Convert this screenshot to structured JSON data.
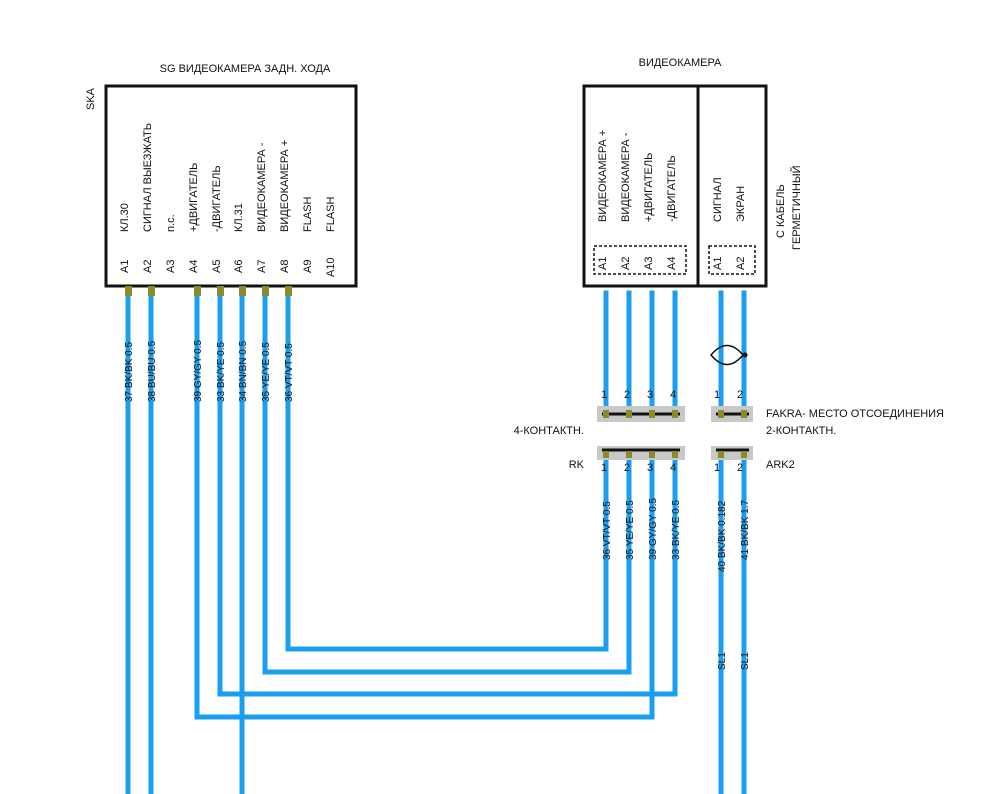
{
  "diagram": {
    "left_unit": {
      "title": "SG ВИДЕОКАМЕРА ЗАДН. ХОДА",
      "side_label": "SKA",
      "pins": [
        {
          "id": "A1",
          "signal": "КЛ.30"
        },
        {
          "id": "A2",
          "signal": "СИГНАЛ ВЫЕЗЖАТЬ"
        },
        {
          "id": "A3",
          "signal": "n.c."
        },
        {
          "id": "A4",
          "signal": "+ДВИГАТЕЛЬ"
        },
        {
          "id": "A5",
          "signal": "-ДВИГАТЕЛЬ"
        },
        {
          "id": "A6",
          "signal": "КЛ.31"
        },
        {
          "id": "A7",
          "signal": "ВИДЕОКАМЕРА -"
        },
        {
          "id": "A8",
          "signal": "ВИДЕОКАМЕРА +"
        },
        {
          "id": "A9",
          "signal": "FLASH"
        },
        {
          "id": "A10",
          "signal": "FLASH"
        }
      ],
      "wires": [
        "37 BK/BK 0.5",
        "38 BU/BU 0.5",
        "39 GY/GY 0.5",
        "33 BK/YE 0.5",
        "34 BN/BN 0.5",
        "35 YE/YE 0.5",
        "36 VT/VT 0.5"
      ]
    },
    "right_unit": {
      "title": "ВИДЕОКАМЕРА",
      "section1_pins": [
        {
          "id": "A1",
          "signal": "ВИДЕОКАМЕРА +"
        },
        {
          "id": "A2",
          "signal": "ВИДЕОКАМЕРА -"
        },
        {
          "id": "A3",
          "signal": "+ДВИГАТЕЛЬ"
        },
        {
          "id": "A4",
          "signal": "-ДВИГАТЕЛЬ"
        }
      ],
      "section2_pins": [
        {
          "id": "A1",
          "signal": "СИГНАЛ"
        },
        {
          "id": "A2",
          "signal": "ЭКРАН"
        }
      ],
      "side_label_line1": "С  КАБЕЛЬ",
      "side_label_line2": "ГЕРМЕТИЧНЫЙ"
    },
    "connector_4": {
      "label": "4-КОНТАКТН.",
      "code": "RK",
      "pin_numbers": [
        "1",
        "2",
        "3",
        "4"
      ],
      "wires": [
        "36 VT/VT 0.5",
        "35 YE/YE 0.5",
        "39 GY/GY 0.5",
        "33 BK/YE 0.5"
      ]
    },
    "connector_2": {
      "label_line1": "FAKRA- МЕСТО ОТСОЕДИНЕНИЯ",
      "label_line2": "2-КОНТАКТН.",
      "code": "ARK2",
      "pin_numbers": [
        "1",
        "2"
      ],
      "wires": [
        "40 BK/BK 0.182",
        "41 BK/BK 1.7"
      ],
      "cable_labels": [
        "SL1",
        "SL1"
      ]
    },
    "colors": {
      "wire": "#1a9ff0",
      "pin": "#8a8a2a",
      "outline": "#111111",
      "connector_plate": "#c8c8c8"
    }
  }
}
